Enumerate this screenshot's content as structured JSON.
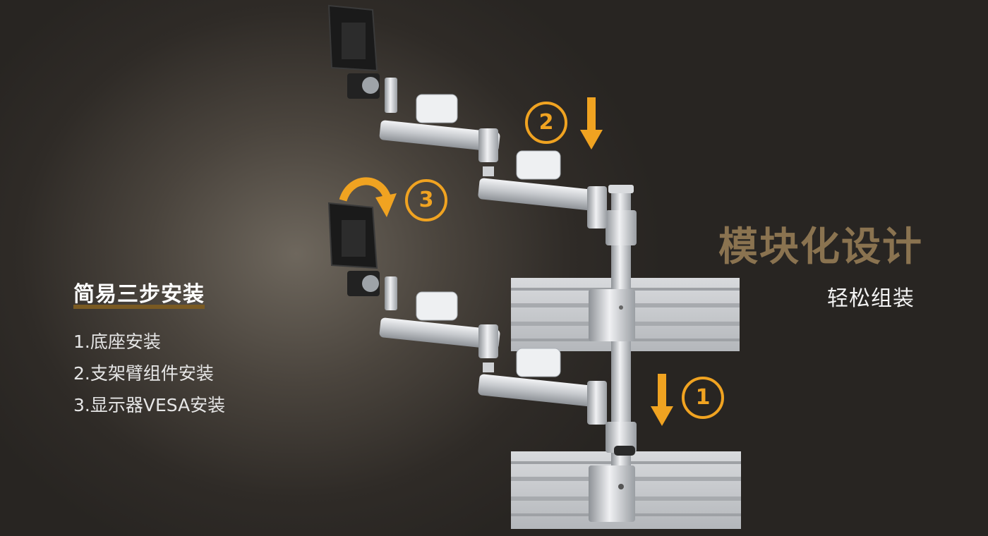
{
  "left": {
    "title": "简易三步安装",
    "steps": [
      "1.底座安装",
      "2.支架臂组件安装",
      "3.显示器VESA安装"
    ]
  },
  "right": {
    "title": "模块化设计",
    "subtitle": "轻松组装"
  },
  "badges": {
    "one": "1",
    "two": "2",
    "three": "3"
  },
  "colors": {
    "accent": "#f0a321",
    "title_gold": "#8a7350",
    "aluminum": "#c8cbcf"
  },
  "icons": [
    "arrow-down-icon",
    "curved-arrow-icon"
  ]
}
